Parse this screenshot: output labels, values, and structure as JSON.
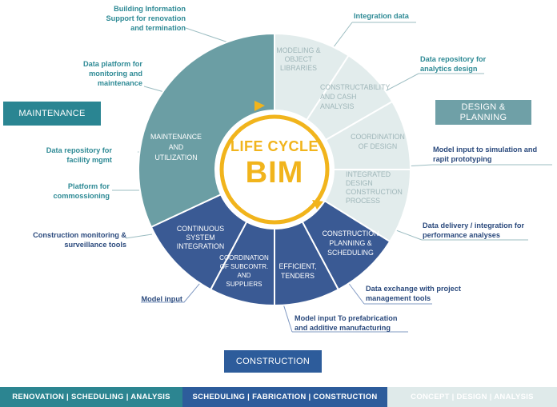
{
  "center": {
    "line1": "LIFE CYCLE",
    "line2": "BIM"
  },
  "wedges": {
    "maintenance": [
      "MAINTENANCE",
      "AND",
      "UTILIZATION"
    ],
    "modeling": [
      "MODELING &",
      "OBJECT",
      "LIBRARIES"
    ],
    "constructability": [
      "CONSTRUCTABILITY",
      "AND CASH",
      "ANALYSIS"
    ],
    "coordination_design": [
      "COORDINATION",
      "OF DESIGN"
    ],
    "integrated": [
      "INTEGRATED",
      "DESIGN",
      "CONSTRUCTION",
      "PROCESS"
    ],
    "continuous": [
      "CONTINUOUS",
      "SYSTEM",
      "INTEGRATION"
    ],
    "coordination_subcontr": [
      "COORDINATION",
      "OF SUBCONTR.",
      "AND",
      "SUPPLIERS"
    ],
    "efficient": [
      "EFFICIENT,",
      "TENDERS"
    ],
    "planning": [
      "CONSTRUCTION",
      "PLANNING &",
      "SCHEDULING"
    ]
  },
  "sections": {
    "maintenance": "MAINTENANCE",
    "design": "DESIGN & PLANNING",
    "construction": "CONSTRUCTION"
  },
  "callouts": {
    "building_info": "Building Information Support for renovation and termination",
    "data_platform": "Data platform for monitoring and maintenance",
    "data_repository_facility": "Data repository for facility mgmt",
    "platform_commissioning": "Platform for commossioning",
    "construction_monitoring": "Construction monitoring & surveillance tools",
    "model_input": "Model input",
    "integration_data": "Integration data",
    "data_repository_analytics": "Data repository for analytics design",
    "model_input_simulation": "Model input to simulation and rapit prototyping",
    "data_delivery": "Data delivery / integration for performance analyses",
    "data_exchange": "Data exchange with project management tools",
    "model_input_prefab": "Model input To prefabrication and additive manufacturing"
  },
  "footer": {
    "left": "RENOVATION | SCHEDULING | ANALYSIS",
    "middle": "SCHEDULING | FABRICATION | CONSTRUCTION",
    "right": "CONCEPT | DESIGN | ANALYSIS"
  },
  "colors": {
    "teal": "#6b9ea4",
    "teal_text": "#2e8a95",
    "navy": "#3a5a94",
    "navy_text": "#2b4a7d",
    "light_teal": "#e2ecec",
    "gold": "#f1b41c",
    "footer_left": "#2c8591",
    "footer_mid": "#2d5c9b",
    "footer_right": "#dfeaea"
  }
}
